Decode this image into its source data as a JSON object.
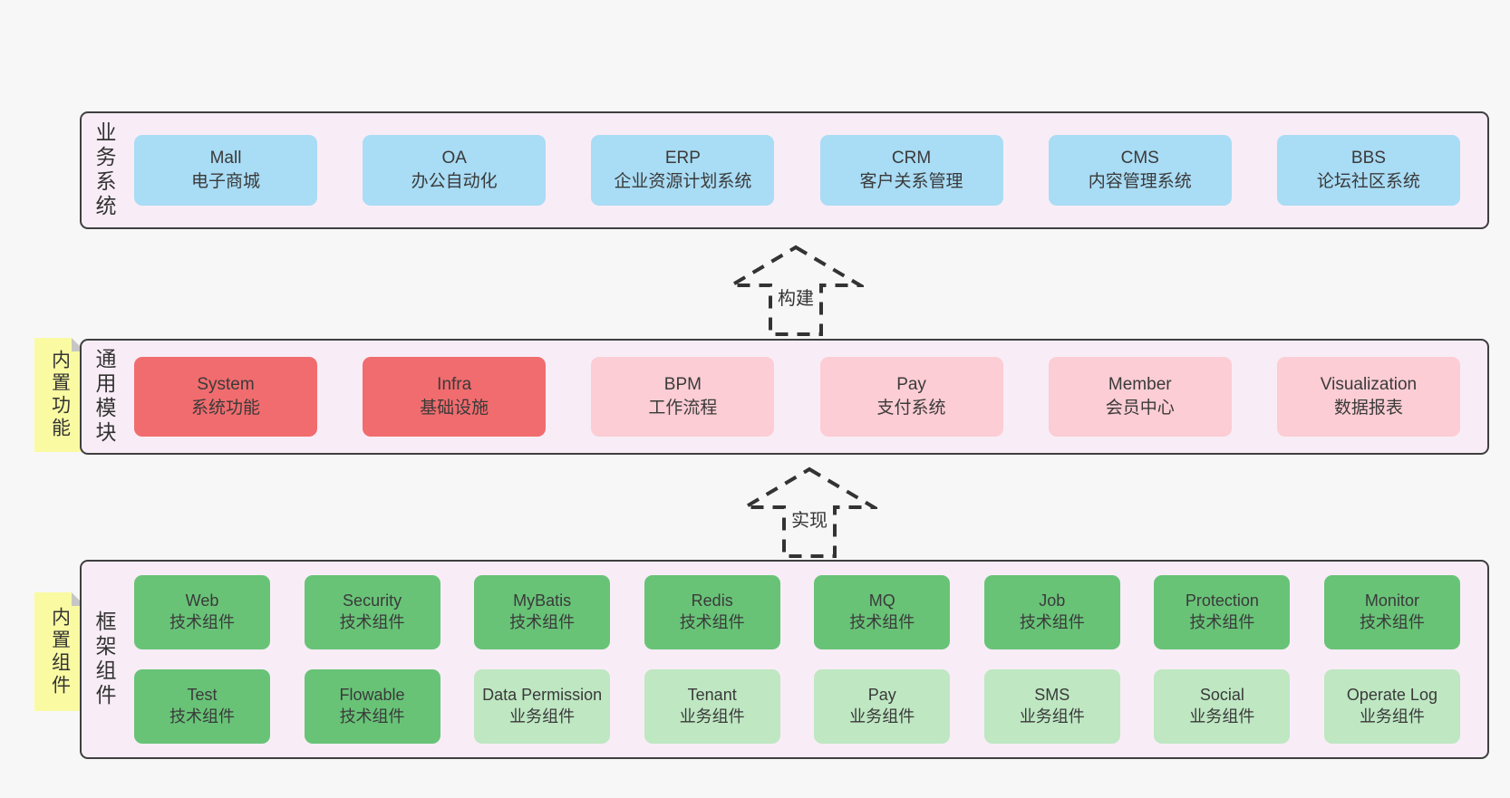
{
  "layers": [
    {
      "id": "business-systems",
      "label": "业务系统",
      "boxes": [
        {
          "en": "Mall",
          "zh": "电子商城",
          "variant": "blue"
        },
        {
          "en": "OA",
          "zh": "办公自动化",
          "variant": "blue"
        },
        {
          "en": "ERP",
          "zh": "企业资源计划系统",
          "variant": "blue"
        },
        {
          "en": "CRM",
          "zh": "客户关系管理",
          "variant": "blue"
        },
        {
          "en": "CMS",
          "zh": "内容管理系统",
          "variant": "blue"
        },
        {
          "en": "BBS",
          "zh": "论坛社区系统",
          "variant": "blue"
        }
      ]
    },
    {
      "id": "common-modules",
      "label": "通用模块",
      "note": "内置功能",
      "boxes": [
        {
          "en": "System",
          "zh": "系统功能",
          "variant": "red"
        },
        {
          "en": "Infra",
          "zh": "基础设施",
          "variant": "red"
        },
        {
          "en": "BPM",
          "zh": "工作流程",
          "variant": "pink"
        },
        {
          "en": "Pay",
          "zh": "支付系统",
          "variant": "pink"
        },
        {
          "en": "Member",
          "zh": "会员中心",
          "variant": "pink"
        },
        {
          "en": "Visualization",
          "zh": "数据报表",
          "variant": "pink"
        }
      ]
    },
    {
      "id": "framework-components",
      "label": "框架组件",
      "note": "内置组件",
      "rows": [
        [
          {
            "en": "Web",
            "zh": "技术组件",
            "variant": "green"
          },
          {
            "en": "Security",
            "zh": "技术组件",
            "variant": "green"
          },
          {
            "en": "MyBatis",
            "zh": "技术组件",
            "variant": "green"
          },
          {
            "en": "Redis",
            "zh": "技术组件",
            "variant": "green"
          },
          {
            "en": "MQ",
            "zh": "技术组件",
            "variant": "green"
          },
          {
            "en": "Job",
            "zh": "技术组件",
            "variant": "green"
          },
          {
            "en": "Protection",
            "zh": "技术组件",
            "variant": "green"
          },
          {
            "en": "Monitor",
            "zh": "技术组件",
            "variant": "green"
          }
        ],
        [
          {
            "en": "Test",
            "zh": "技术组件",
            "variant": "green"
          },
          {
            "en": "Flowable",
            "zh": "技术组件",
            "variant": "green"
          },
          {
            "en": "Data Permission",
            "zh": "业务组件",
            "variant": "green-light"
          },
          {
            "en": "Tenant",
            "zh": "业务组件",
            "variant": "green-light"
          },
          {
            "en": "Pay",
            "zh": "业务组件",
            "variant": "green-light"
          },
          {
            "en": "SMS",
            "zh": "业务组件",
            "variant": "green-light"
          },
          {
            "en": "Social",
            "zh": "业务组件",
            "variant": "green-light"
          },
          {
            "en": "Operate Log",
            "zh": "业务组件",
            "variant": "green-light"
          }
        ]
      ]
    }
  ],
  "arrows": [
    {
      "label": "构建"
    },
    {
      "label": "实现"
    }
  ],
  "colors": {
    "page_bg": "#f7f7f7",
    "panel_bg": "#f8edf6",
    "panel_border": "#3f3f3f",
    "blue": "#a9dcf5",
    "red": "#f16c6e",
    "pink": "#fccdd4",
    "green": "#68c377",
    "green_light": "#bee7c2",
    "note_bg": "#fafaa3",
    "note_fold": "#c6c6c6",
    "text": "#3a3a3a",
    "arrow_stroke": "#333333"
  }
}
